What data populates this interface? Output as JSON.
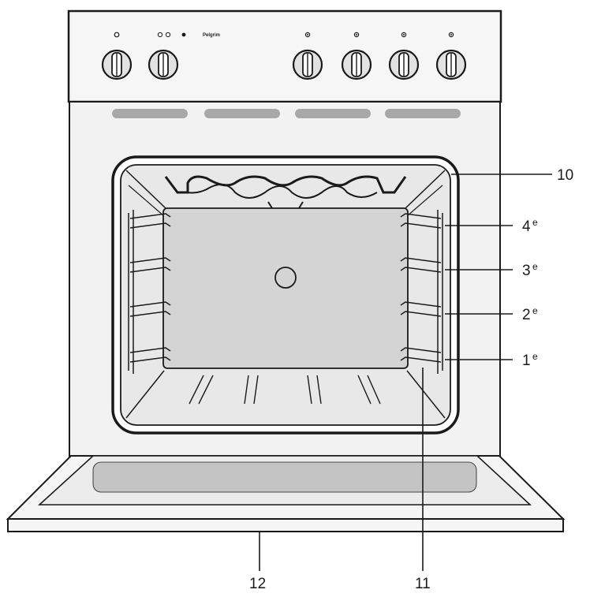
{
  "brand": "Pelgrim",
  "labels": {
    "grill_element": "10",
    "rack_guide": "11",
    "door": "12"
  },
  "shelf_positions": [
    {
      "number": "4",
      "suffix": "e"
    },
    {
      "number": "3",
      "suffix": "e"
    },
    {
      "number": "2",
      "suffix": "e"
    },
    {
      "number": "1",
      "suffix": "e"
    }
  ],
  "knobs": {
    "left": [
      {
        "symbol": "ring-icon"
      },
      {
        "symbol": "dots-icon"
      }
    ],
    "right": [
      {
        "symbol": "zone-icon"
      },
      {
        "symbol": "zone-icon"
      },
      {
        "symbol": "zone-icon"
      },
      {
        "symbol": "zone-icon"
      }
    ]
  },
  "colors": {
    "line": "#1a1a1a",
    "panel": "#f2f2f2",
    "cavity": "#d4d4d4",
    "vent": "#a8a8a8",
    "knob": "#e2e2e2"
  }
}
